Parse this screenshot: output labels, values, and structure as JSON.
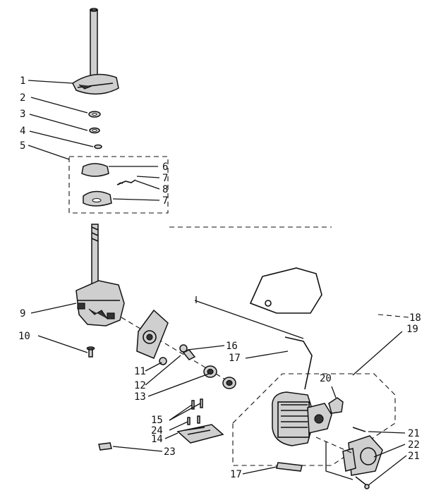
{
  "callouts": [
    {
      "id": "c1",
      "text": "1"
    },
    {
      "id": "c2",
      "text": "2"
    },
    {
      "id": "c3",
      "text": "3"
    },
    {
      "id": "c4",
      "text": "4"
    },
    {
      "id": "c5",
      "text": "5"
    },
    {
      "id": "c6",
      "text": "6"
    },
    {
      "id": "c7a",
      "text": "7"
    },
    {
      "id": "c8",
      "text": "8"
    },
    {
      "id": "c7b",
      "text": "7"
    },
    {
      "id": "c9",
      "text": "9"
    },
    {
      "id": "c10",
      "text": "10"
    },
    {
      "id": "c11",
      "text": "11"
    },
    {
      "id": "c12",
      "text": "12"
    },
    {
      "id": "c13",
      "text": "13"
    },
    {
      "id": "c14",
      "text": "14"
    },
    {
      "id": "c15",
      "text": "15"
    },
    {
      "id": "c16",
      "text": "16"
    },
    {
      "id": "c17a",
      "text": "17"
    },
    {
      "id": "c17b",
      "text": "17"
    },
    {
      "id": "c18",
      "text": "18"
    },
    {
      "id": "c19",
      "text": "19"
    },
    {
      "id": "c20",
      "text": "20"
    },
    {
      "id": "c21a",
      "text": "21"
    },
    {
      "id": "c21b",
      "text": "21"
    },
    {
      "id": "c22",
      "text": "22"
    },
    {
      "id": "c23",
      "text": "23"
    },
    {
      "id": "c24",
      "text": "24"
    }
  ]
}
